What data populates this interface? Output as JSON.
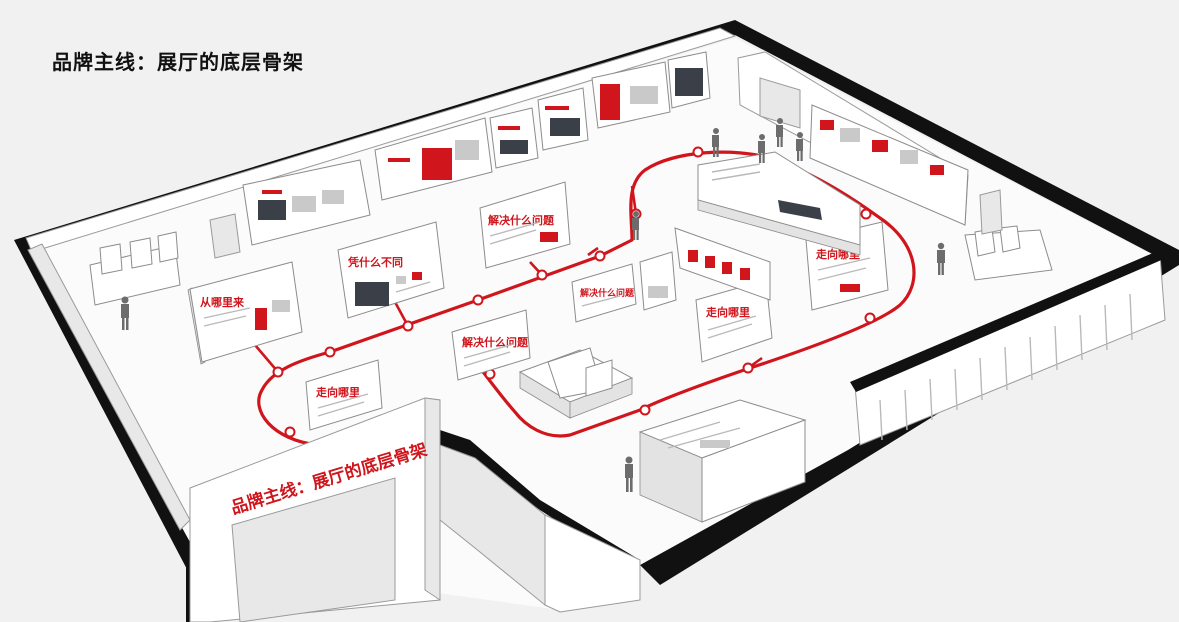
{
  "title": "品牌主线：展厅的底层骨架",
  "entrance_sign": "品牌主线：展厅的底层骨架",
  "panels": {
    "from_where": "从哪里来",
    "what_different": "凭什么不同",
    "solve_problem_1": "解决什么问题",
    "solve_problem_2": "解决什么问题",
    "solve_problem_3": "解决什么问题",
    "go_where_1": "走向哪里",
    "go_where_2": "走向哪里",
    "go_where_3": "走向哪里"
  },
  "colors": {
    "accent": "#d0151c",
    "wall": "#111111",
    "floor": "#fbfbfb"
  }
}
